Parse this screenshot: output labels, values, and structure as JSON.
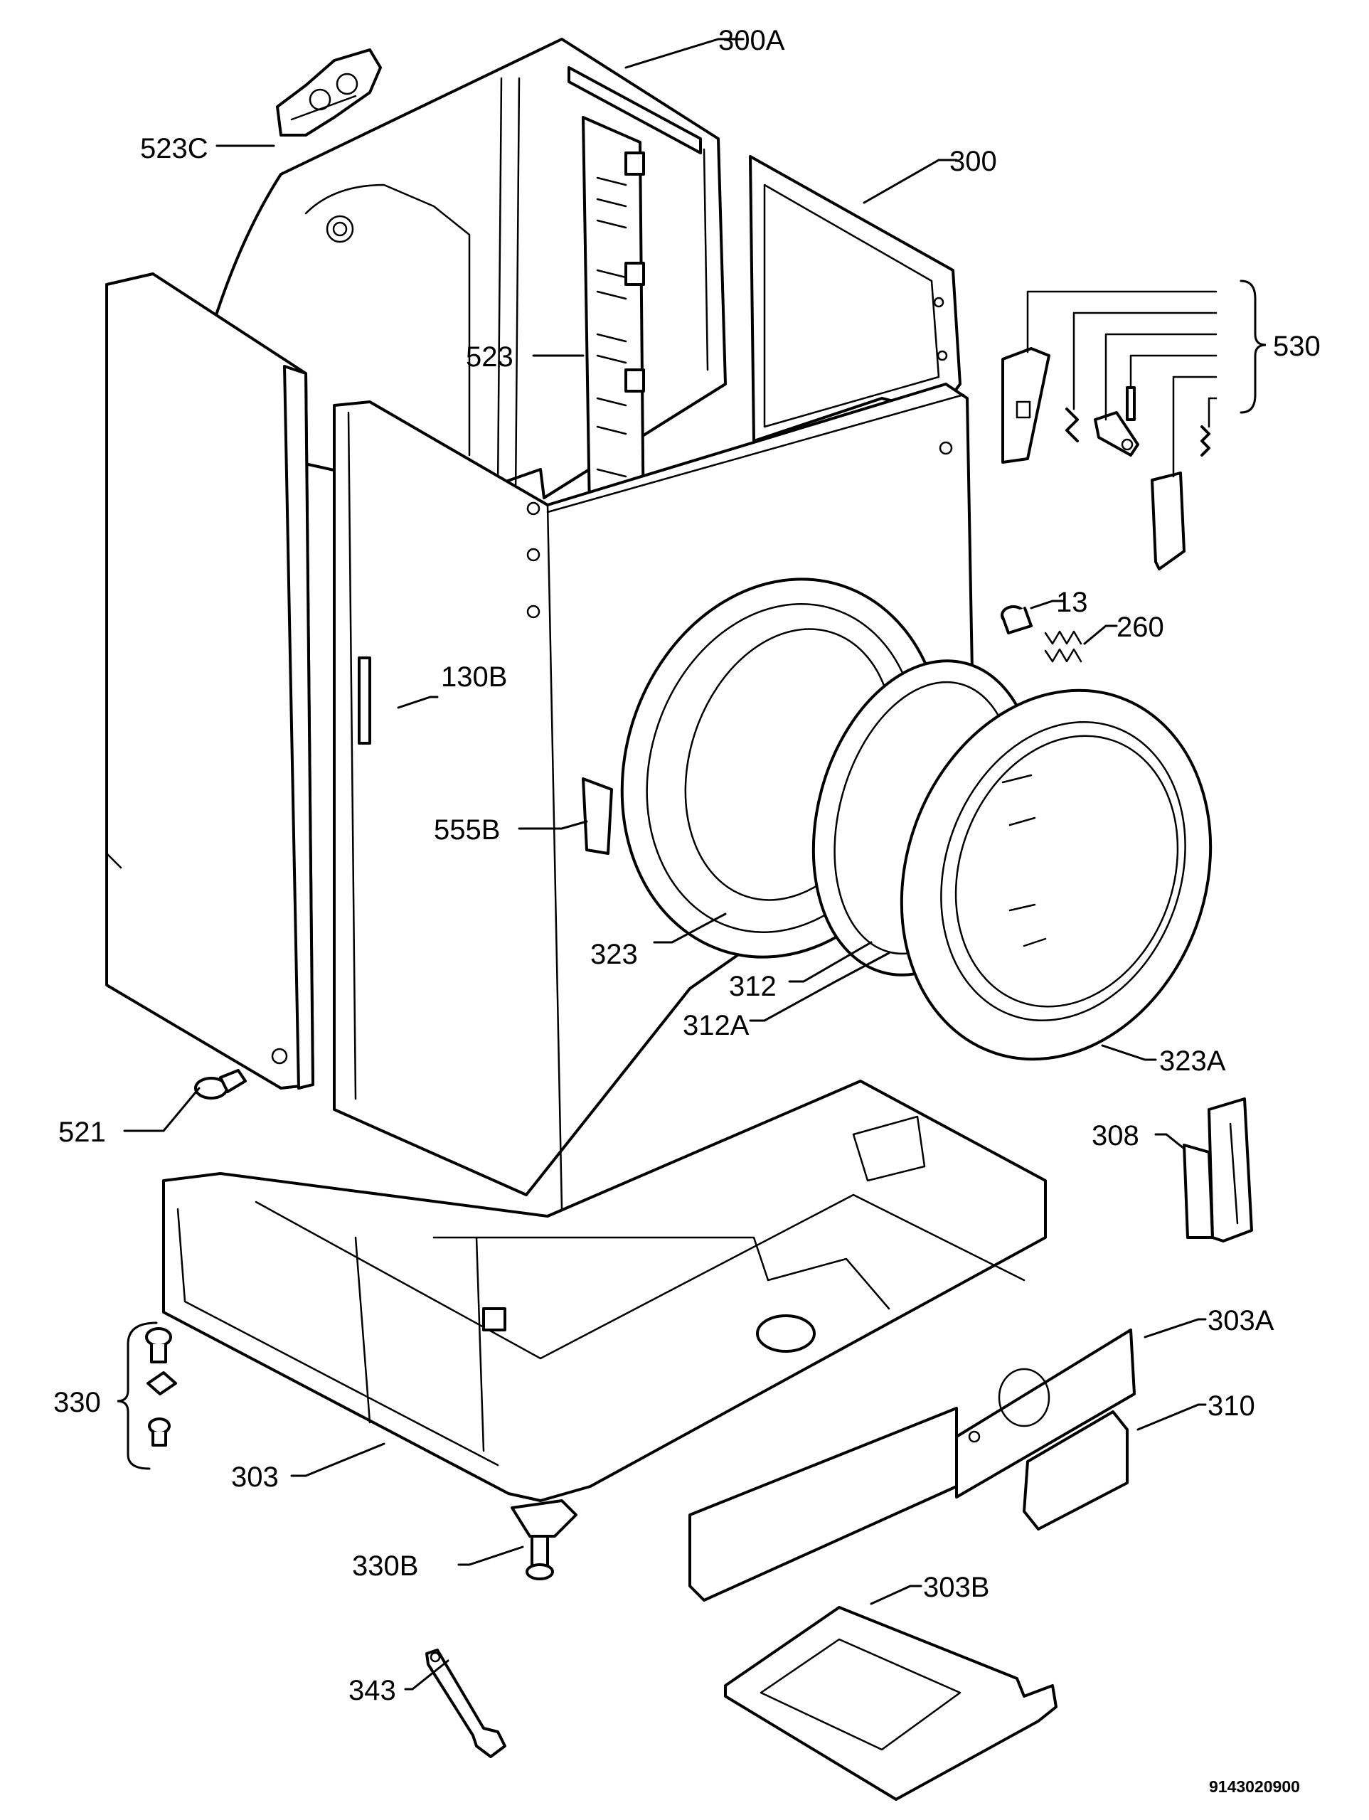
{
  "callouts": {
    "c300A": "300A",
    "c523C": "523C",
    "c300": "300",
    "c530": "530",
    "c523": "523",
    "c13": "13",
    "c260": "260",
    "c130B": "130B",
    "c555B": "555B",
    "c323": "323",
    "c312": "312",
    "c312A": "312A",
    "c323A": "323A",
    "c521": "521",
    "c308": "308",
    "c303A": "303A",
    "c310": "310",
    "c330": "330",
    "c303": "303",
    "c330B": "330B",
    "c303B": "303B",
    "c343": "343"
  },
  "document_number": "9143020900"
}
